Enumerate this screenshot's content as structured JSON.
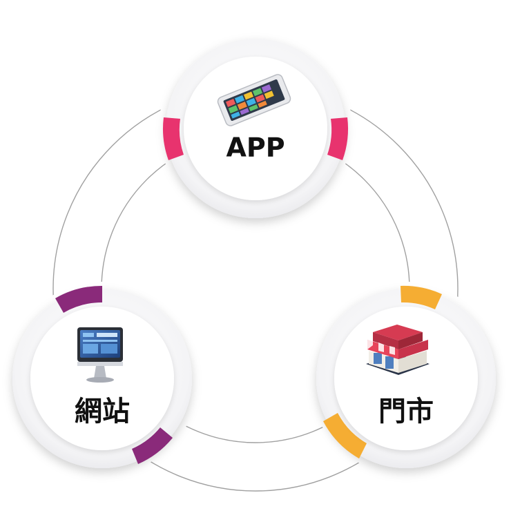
{
  "nodes": [
    {
      "key": "app",
      "label": "APP",
      "icon": "smartphone-icon",
      "accent": "#e8336e"
    },
    {
      "key": "website",
      "label": "網站",
      "icon": "desktop-monitor-icon",
      "accent": "#8a2a7a"
    },
    {
      "key": "store",
      "label": "門市",
      "icon": "storefront-icon",
      "accent": "#f5ad33"
    }
  ],
  "colors": {
    "ring_outline": "#9a9a9a",
    "disc": "#ffffff",
    "outer_ring": "#f2f2f4"
  }
}
